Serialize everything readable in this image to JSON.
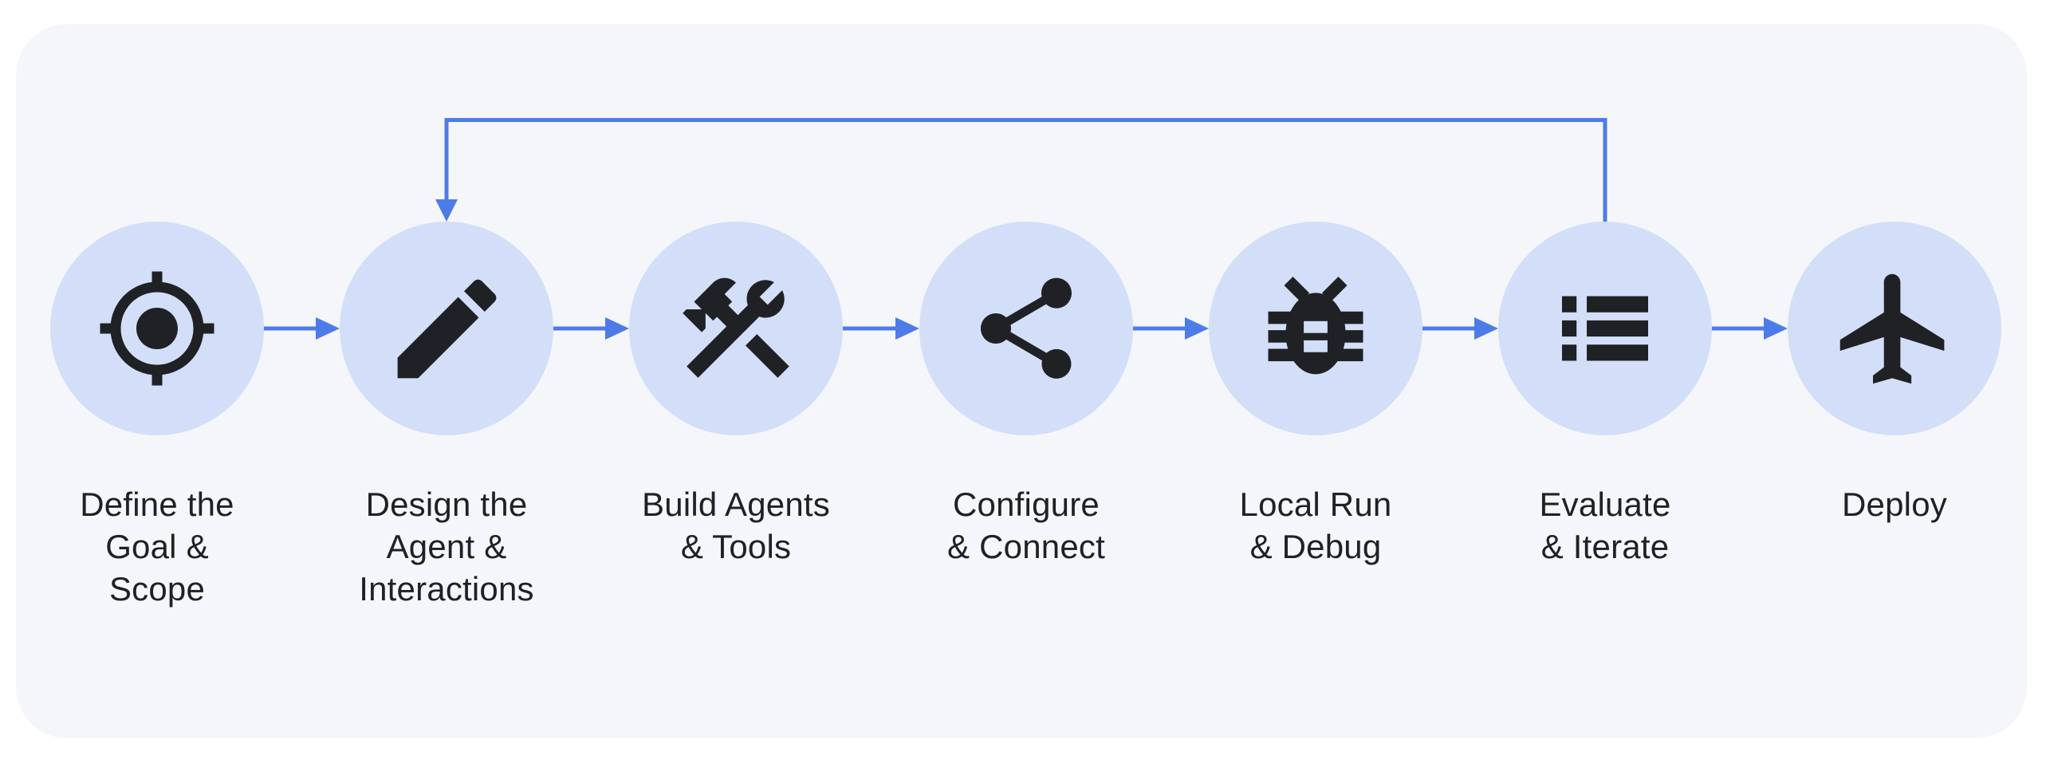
{
  "colors": {
    "page_bg": "#ffffff",
    "card_bg": "#f4f6f9",
    "circle_bg": "#d3dff9",
    "icon_color": "#202124",
    "arrow_color": "#4d7ce8",
    "label_color": "#202124"
  },
  "flow": {
    "steps": [
      {
        "label": "Define the\nGoal &\nScope",
        "icon": "target-icon"
      },
      {
        "label": "Design the\nAgent &\nInteractions",
        "icon": "pencil-icon"
      },
      {
        "label": "Build Agents\n& Tools",
        "icon": "tools-icon"
      },
      {
        "label": "Configure\n& Connect",
        "icon": "share-icon"
      },
      {
        "label": "Local Run\n& Debug",
        "icon": "bug-icon"
      },
      {
        "label": "Evaluate\n& Iterate",
        "icon": "list-icon"
      },
      {
        "label": "Deploy",
        "icon": "airplane-icon"
      }
    ],
    "connections": [
      {
        "from": "Define the Goal & Scope",
        "to": "Design the Agent & Interactions"
      },
      {
        "from": "Design the Agent & Interactions",
        "to": "Build Agents & Tools"
      },
      {
        "from": "Build Agents & Tools",
        "to": "Configure & Connect"
      },
      {
        "from": "Configure & Connect",
        "to": "Local Run & Debug"
      },
      {
        "from": "Local Run & Debug",
        "to": "Evaluate & Iterate"
      },
      {
        "from": "Evaluate & Iterate",
        "to": "Deploy"
      }
    ],
    "feedback_loop": {
      "from": "Evaluate & Iterate",
      "to": "Design the Agent & Interactions"
    }
  }
}
